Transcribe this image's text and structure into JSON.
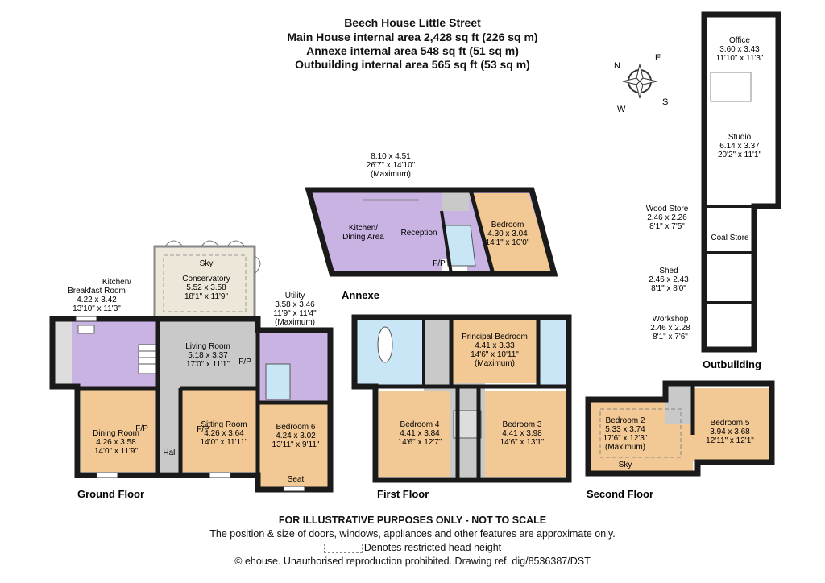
{
  "header": {
    "title": "Beech House Little Street",
    "main_area": "Main House internal area 2,428 sq ft (226 sq m)",
    "annexe_area": "Annexe internal area 548 sq ft (51 sq m)",
    "outbuilding_area": "Outbuilding internal area 565 sq ft (53 sq m)"
  },
  "compass": {
    "n": "N",
    "e": "E",
    "s": "S",
    "w": "W"
  },
  "sections": {
    "ground_floor": "Ground Floor",
    "first_floor": "First Floor",
    "second_floor": "Second Floor",
    "annexe": "Annexe",
    "outbuilding": "Outbuilding"
  },
  "rooms": {
    "kitchen_breakfast": {
      "l1": "Kitchen/",
      "l2": "Breakfast Room",
      "l3": "4.22 x 3.42",
      "l4": "13'10\" x 11'3\""
    },
    "conservatory": {
      "sky": "Sky",
      "l1": "Conservatory",
      "l2": "5.52 x 3.58",
      "l3": "18'1\" x 11'9\""
    },
    "utility": {
      "l1": "Utility",
      "l2": "3.58 x 3.46",
      "l3": "11'9\" x 11'4\"",
      "l4": "(Maximum)"
    },
    "living_room": {
      "l1": "Living Room",
      "l2": "5.18 x 3.37",
      "l3": "17'0\" x 11'1\""
    },
    "dining_room": {
      "l1": "Dining Room",
      "l2": "4.26 x 3.58",
      "l3": "14'0\" x 11'9\""
    },
    "sitting_room": {
      "l1": "Sitting Room",
      "l2": "4.26 x 3.64",
      "l3": "14'0\" x 11'11\""
    },
    "bedroom6": {
      "l1": "Bedroom 6",
      "l2": "4.24 x 3.02",
      "l3": "13'11\" x 9'11\"",
      "seat": "Seat"
    },
    "hall": "Hall",
    "fp": "F/P",
    "annexe_overall": {
      "l1": "8.10 x 4.51",
      "l2": "26'7\" x 14'10\"",
      "l3": "(Maximum)"
    },
    "annexe_kitchen": {
      "l1": "Kitchen/",
      "l2": "Dining Area"
    },
    "reception": "Reception",
    "annexe_bedroom": {
      "l1": "Bedroom",
      "l2": "4.30 x 3.04",
      "l3": "14'1\" x 10'0\""
    },
    "principal_bedroom": {
      "l1": "Principal Bedroom",
      "l2": "4.41 x 3.33",
      "l3": "14'6\" x 10'11\"",
      "l4": "(Maximum)"
    },
    "bedroom4": {
      "l1": "Bedroom 4",
      "l2": "4.41 x 3.84",
      "l3": "14'6\" x 12'7\""
    },
    "bedroom3": {
      "l1": "Bedroom 3",
      "l2": "4.41 x 3.98",
      "l3": "14'6\" x 13'1\""
    },
    "bedroom2": {
      "l1": "Bedroom 2",
      "l2": "5.33 x 3.74",
      "l3": "17'6\" x 12'3\"",
      "l4": "(Maximum)",
      "sky": "Sky"
    },
    "bedroom5": {
      "l1": "Bedroom 5",
      "l2": "3.94 x 3.68",
      "l3": "12'11\" x 12'1\""
    },
    "office": {
      "l1": "Office",
      "l2": "3.60 x 3.43",
      "l3": "11'10\" x 11'3\""
    },
    "studio": {
      "l1": "Studio",
      "l2": "6.14 x 3.37",
      "l3": "20'2\" x 11'1\""
    },
    "wood_store": {
      "l1": "Wood Store",
      "l2": "2.46 x 2.26",
      "l3": "8'1\" x 7'5\""
    },
    "coal_store": "Coal Store",
    "shed": {
      "l1": "Shed",
      "l2": "2.46 x 2.43",
      "l3": "8'1\" x 8'0\""
    },
    "workshop": {
      "l1": "Workshop",
      "l2": "2.46 x 2.28",
      "l3": "8'1\" x 7'6\""
    }
  },
  "footer": {
    "disclaimer": "FOR ILLUSTRATIVE PURPOSES ONLY - NOT TO SCALE",
    "note": "The position & size of doors, windows, appliances and other features are approximate only.",
    "legend": "Denotes restricted head height",
    "copyright": "© ehouse. Unauthorised reproduction prohibited. Drawing ref. dig/8536387/DST"
  },
  "colors": {
    "wall": "#1a1a1a",
    "kitchen": "#c9b3e3",
    "living": "#c9c9c9",
    "bedroom": "#f2c894",
    "bathroom": "#c8e6f5",
    "outbuilding": "#ffffff",
    "conservatory": "#ece7d9"
  }
}
